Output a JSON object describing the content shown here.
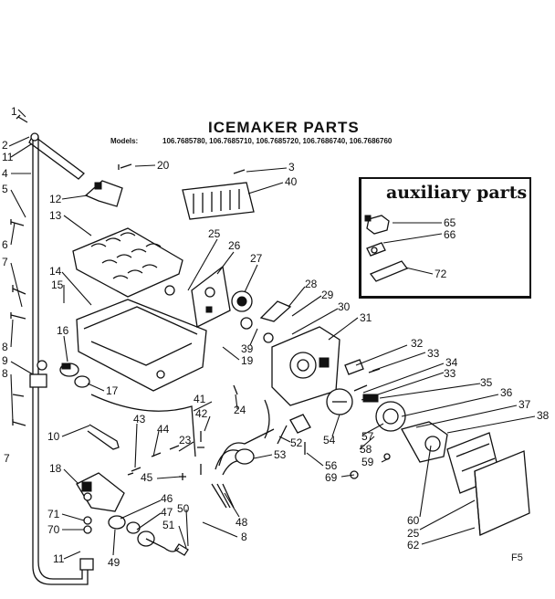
{
  "title": "ICEMAKER PARTS",
  "models_label": "Models:",
  "models_list": "106.7685780, 106.7685710, 106.7685720, 106.7686740, 106.7686760",
  "auxiliary_title": "auxiliary parts",
  "figure_code": "F5",
  "callouts": [
    {
      "id": "c1",
      "text": "1"
    },
    {
      "id": "c2",
      "text": "2"
    },
    {
      "id": "c11a",
      "text": "11"
    },
    {
      "id": "c4",
      "text": "4"
    },
    {
      "id": "c5",
      "text": "5"
    },
    {
      "id": "c12",
      "text": "12"
    },
    {
      "id": "c13",
      "text": "13"
    },
    {
      "id": "c6",
      "text": "6"
    },
    {
      "id": "c7a",
      "text": "7"
    },
    {
      "id": "c14",
      "text": "14"
    },
    {
      "id": "c15",
      "text": "15"
    },
    {
      "id": "c16",
      "text": "16"
    },
    {
      "id": "c8a",
      "text": "8"
    },
    {
      "id": "c9",
      "text": "9"
    },
    {
      "id": "c8b",
      "text": "8"
    },
    {
      "id": "c17",
      "text": "17"
    },
    {
      "id": "c10",
      "text": "10"
    },
    {
      "id": "c7b",
      "text": "7"
    },
    {
      "id": "c18",
      "text": "18"
    },
    {
      "id": "c71",
      "text": "71"
    },
    {
      "id": "c70",
      "text": "70"
    },
    {
      "id": "c11b",
      "text": "11"
    },
    {
      "id": "c49",
      "text": "49"
    },
    {
      "id": "c20",
      "text": "20"
    },
    {
      "id": "c3",
      "text": "3"
    },
    {
      "id": "c40",
      "text": "40"
    },
    {
      "id": "c25a",
      "text": "25"
    },
    {
      "id": "c26",
      "text": "26"
    },
    {
      "id": "c27",
      "text": "27"
    },
    {
      "id": "c28",
      "text": "28"
    },
    {
      "id": "c29",
      "text": "29"
    },
    {
      "id": "c30",
      "text": "30"
    },
    {
      "id": "c31",
      "text": "31"
    },
    {
      "id": "c39",
      "text": "39"
    },
    {
      "id": "c19",
      "text": "19"
    },
    {
      "id": "c32",
      "text": "32"
    },
    {
      "id": "c33a",
      "text": "33"
    },
    {
      "id": "c34",
      "text": "34"
    },
    {
      "id": "c33b",
      "text": "33"
    },
    {
      "id": "c35",
      "text": "35"
    },
    {
      "id": "c36",
      "text": "36"
    },
    {
      "id": "c37",
      "text": "37"
    },
    {
      "id": "c38",
      "text": "38"
    },
    {
      "id": "c41",
      "text": "41"
    },
    {
      "id": "c42",
      "text": "42"
    },
    {
      "id": "c24",
      "text": "24"
    },
    {
      "id": "c43",
      "text": "43"
    },
    {
      "id": "c44",
      "text": "44"
    },
    {
      "id": "c23",
      "text": "23"
    },
    {
      "id": "c45",
      "text": "45"
    },
    {
      "id": "c46",
      "text": "46"
    },
    {
      "id": "c47",
      "text": "47"
    },
    {
      "id": "c50",
      "text": "50"
    },
    {
      "id": "c51",
      "text": "51"
    },
    {
      "id": "c8c",
      "text": "8"
    },
    {
      "id": "c48",
      "text": "48"
    },
    {
      "id": "c52",
      "text": "52"
    },
    {
      "id": "c53",
      "text": "53"
    },
    {
      "id": "c54",
      "text": "54"
    },
    {
      "id": "c56",
      "text": "56"
    },
    {
      "id": "c69",
      "text": "69"
    },
    {
      "id": "c57",
      "text": "57"
    },
    {
      "id": "c58",
      "text": "58"
    },
    {
      "id": "c59",
      "text": "59"
    },
    {
      "id": "c60",
      "text": "60"
    },
    {
      "id": "c25b",
      "text": "25"
    },
    {
      "id": "c62",
      "text": "62"
    },
    {
      "id": "c65",
      "text": "65"
    },
    {
      "id": "c66",
      "text": "66"
    },
    {
      "id": "c72",
      "text": "72"
    }
  ]
}
